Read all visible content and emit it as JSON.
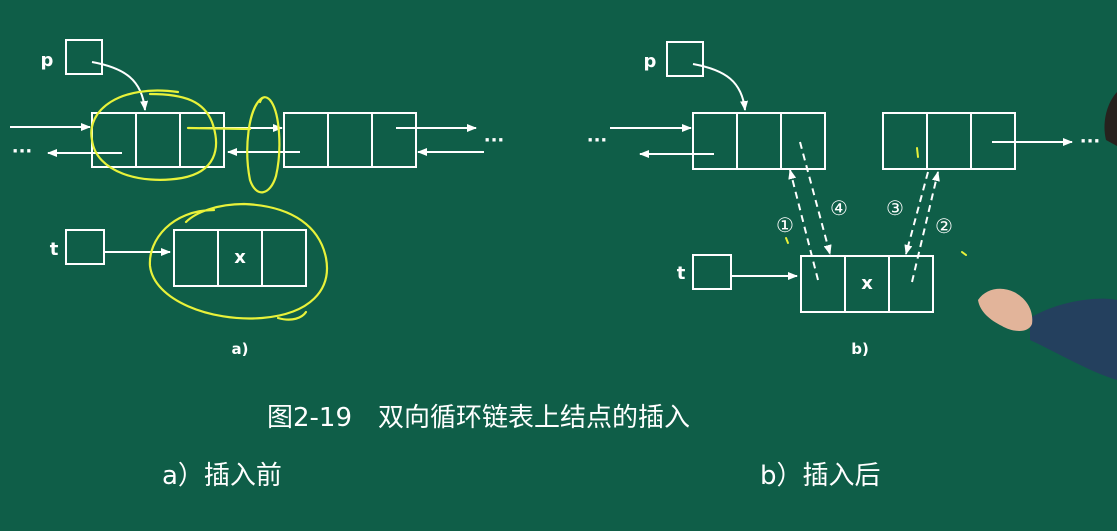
{
  "diagram_a": {
    "pointer_p": "p",
    "pointer_t": "t",
    "node_value": "x",
    "ellipsis_left": "···",
    "ellipsis_right": "···",
    "caption": "a)"
  },
  "diagram_b": {
    "pointer_p": "p",
    "pointer_t": "t",
    "node_value": "x",
    "ellipsis_left": "···",
    "ellipsis_right": "···",
    "step_1": "①",
    "step_2": "②",
    "step_3": "③",
    "step_4": "④",
    "caption": "b)"
  },
  "figure": {
    "title": "图2-19　双向循环链表上结点的插入",
    "sub_a": "a）插入前",
    "sub_b": "b）插入后"
  },
  "colors": {
    "board": "#0f5e48",
    "chalk": "#ffffff",
    "highlight": "#e8f23a",
    "presenter_shirt": "#24405e",
    "presenter_skin": "#e2b49a"
  }
}
